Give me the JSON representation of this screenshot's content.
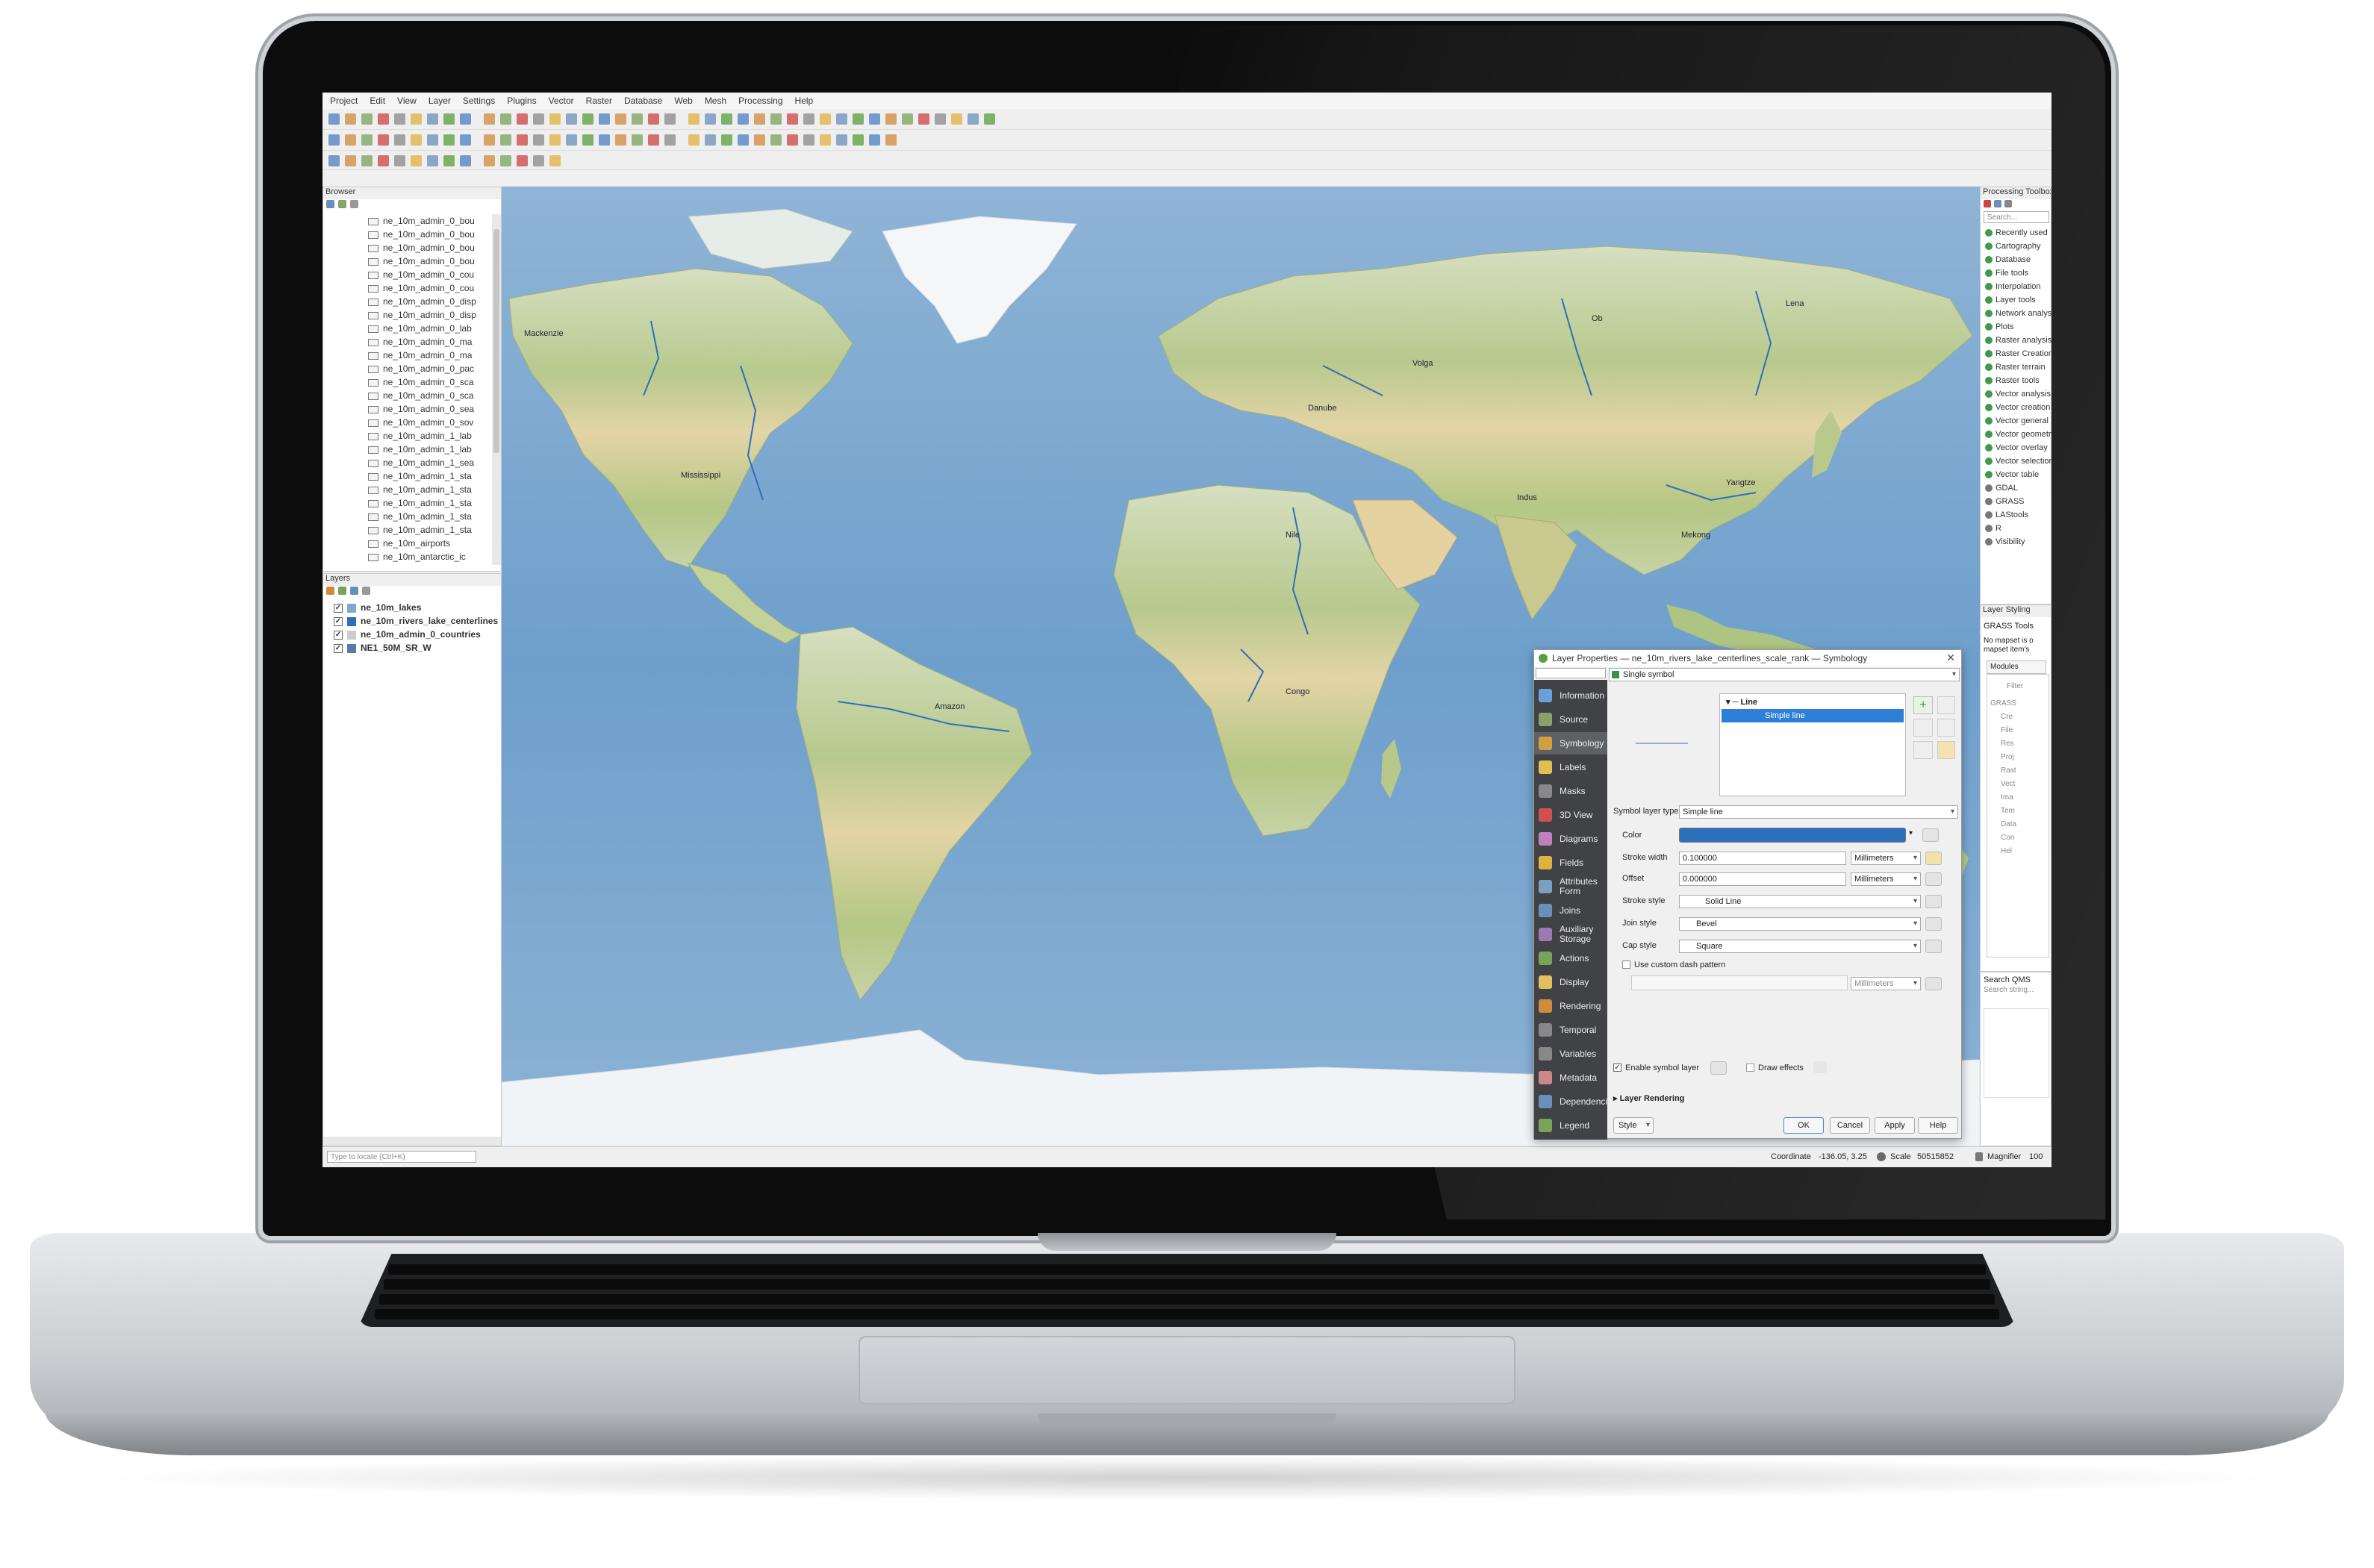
{
  "app": {
    "menu": [
      "Project",
      "Edit",
      "View",
      "Layer",
      "Settings",
      "Plugins",
      "Vector",
      "Raster",
      "Database",
      "Web",
      "Mesh",
      "Processing",
      "Help"
    ]
  },
  "browser": {
    "title": "Browser",
    "items": [
      "ne_10m_admin_0_bou",
      "ne_10m_admin_0_bou",
      "ne_10m_admin_0_bou",
      "ne_10m_admin_0_bou",
      "ne_10m_admin_0_cou",
      "ne_10m_admin_0_cou",
      "ne_10m_admin_0_disp",
      "ne_10m_admin_0_disp",
      "ne_10m_admin_0_lab",
      "ne_10m_admin_0_ma",
      "ne_10m_admin_0_ma",
      "ne_10m_admin_0_pac",
      "ne_10m_admin_0_sca",
      "ne_10m_admin_0_sca",
      "ne_10m_admin_0_sea",
      "ne_10m_admin_0_sov",
      "ne_10m_admin_1_lab",
      "ne_10m_admin_1_lab",
      "ne_10m_admin_1_sea",
      "ne_10m_admin_1_sta",
      "ne_10m_admin_1_sta",
      "ne_10m_admin_1_sta",
      "ne_10m_admin_1_sta",
      "ne_10m_admin_1_sta",
      "ne_10m_airports",
      "ne_10m_antarctic_ic"
    ]
  },
  "layers": {
    "title": "Layers",
    "items": [
      {
        "name": "ne_10m_lakes"
      },
      {
        "name": "ne_10m_rivers_lake_centerlines"
      },
      {
        "name": "ne_10m_admin_0_countries"
      },
      {
        "name": "NE1_50M_SR_W"
      }
    ]
  },
  "map_labels": [
    "Mackenzie",
    "Mississippi",
    "Amazon",
    "Nile",
    "Congo",
    "Danube",
    "Volga",
    "Ob",
    "Lena",
    "Yangtze",
    "Mekong",
    "Indus"
  ],
  "right_panel": {
    "processing_title": "Processing Toolbox",
    "search_placeholder": "Search...",
    "tools": [
      "Recently used",
      "Cartography",
      "Database",
      "File tools",
      "Interpolation",
      "Layer tools",
      "Network analysis",
      "Plots",
      "Raster analysis",
      "Raster Creation",
      "Raster terrain",
      "Raster tools",
      "Vector analysis",
      "Vector creation",
      "Vector general",
      "Vector geometry",
      "Vector overlay",
      "Vector selection",
      "Vector table",
      "GDAL",
      "GRASS",
      "LAStools",
      "R",
      "Visibility"
    ],
    "layer_styling": "Layer Styling",
    "grass_tools": "GRASS Tools",
    "grass_msg_1": "No mapset is o",
    "grass_msg_2": "mapset item's",
    "modules_tab": "Modules",
    "filter_label": "Filter",
    "grass_tree": [
      "GRASS",
      "Cre",
      "File",
      "Res",
      "Proj",
      "Rast",
      "Vect",
      "Ima",
      "Tem",
      "Data",
      "Con",
      "Hel"
    ],
    "search_qms": "Search QMS",
    "search_qms_placeholder": "Search string..."
  },
  "statusbar": {
    "locate_placeholder": "Type to locate (Ctrl+K)",
    "coordinate_label": "Coordinate",
    "coordinate_value": "-136.05, 3.25",
    "scale_label": "Scale",
    "scale_value": "50515852",
    "magnifier_label": "Magnifier",
    "magnifier_value": "100"
  },
  "dialog": {
    "title": "Layer Properties — ne_10m_rivers_lake_centerlines_scale_rank — Symbology",
    "renderer": "Single symbol",
    "nav": [
      "Information",
      "Source",
      "Symbology",
      "Labels",
      "Masks",
      "3D View",
      "Diagrams",
      "Fields",
      "Attributes Form",
      "Joins",
      "Auxiliary Storage",
      "Actions",
      "Display",
      "Rendering",
      "Temporal",
      "Variables",
      "Metadata",
      "Dependencies",
      "Legend"
    ],
    "tree_root": "Line",
    "tree_child": "Simple line",
    "symbol_layer_type_label": "Symbol layer type",
    "symbol_layer_type_value": "Simple line",
    "color_label": "Color",
    "color_value": "#2e6fba",
    "stroke_width_label": "Stroke width",
    "stroke_width_value": "0.100000",
    "offset_label": "Offset",
    "offset_value": "0.000000",
    "units": "Millimeters",
    "stroke_style_label": "Stroke style",
    "stroke_style_value": "Solid Line",
    "join_style_label": "Join style",
    "join_style_value": "Bevel",
    "cap_style_label": "Cap style",
    "cap_style_value": "Square",
    "custom_dash_label": "Use custom dash pattern",
    "enable_symbol_layer": "Enable symbol layer",
    "draw_effects": "Draw effects",
    "layer_rendering": "Layer Rendering",
    "style_btn": "Style",
    "ok": "OK",
    "cancel": "Cancel",
    "apply": "Apply",
    "help": "Help"
  },
  "colors": {
    "ocean": "#7ea9cf",
    "land": "#c9d6a3",
    "ice": "#f2f5f8",
    "accent": "#2e6fba",
    "nav_bg": "#404245"
  }
}
